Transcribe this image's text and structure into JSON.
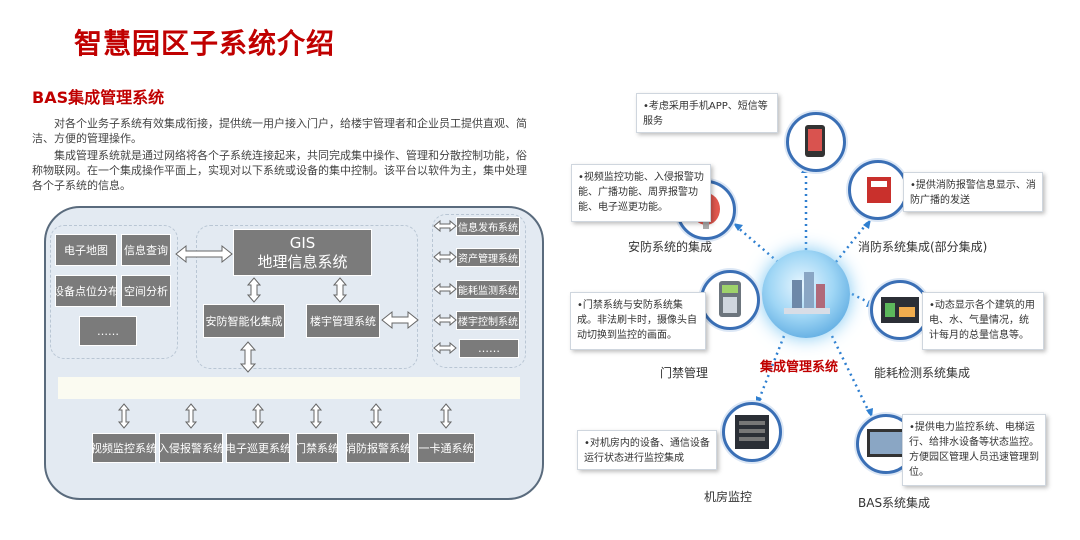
{
  "title": "智慧园区子系统介绍",
  "subtitle": "BAS集成管理系统",
  "paragraph1": "对各个业务子系统有效集成衔接，提供统一用户接入门户，给楼宇管理者和企业员工提供直观、简洁、方便的管理操作。",
  "paragraph2": "集成管理系统就是通过网络将各个子系统连接起来，共同完成集中操作、管理和分散控制功能，俗称物联网。在一个集成操作平面上，实现对以下系统或设备的集中控制。该平台以软件为主，集中处理各个子系统的信息。",
  "left_diagram": {
    "gis_modules": [
      "电子地图",
      "信息查询",
      "设备点位分布",
      "空间分析",
      "……"
    ],
    "gis_title": "GIS",
    "gis_subtitle": "地理信息系统",
    "security_integration": "安防智能化集成",
    "building_management": "楼宇管理系统",
    "right_systems": [
      "信息发布系统",
      "资产管理系统",
      "能耗监测系统",
      "楼宇控制系统",
      "……"
    ],
    "bottom_systems": [
      "视频监控系统",
      "入侵报警系统",
      "电子巡更系统",
      "门禁系统",
      "消防报警系统",
      "一卡通系统"
    ]
  },
  "right_diagram": {
    "center_label": "集成管理系统",
    "nodes": {
      "mobile": {
        "callout": "•考虑采用手机APP、短信等服务"
      },
      "security": {
        "label": "安防系统的集成",
        "callout": "•视频监控功能、入侵报警功能、广播功能、周界报警功能、电子巡更功能。"
      },
      "fire": {
        "label": "消防系统集成(部分集成)",
        "callout": "•提供消防报警信息显示、消防广播的发送"
      },
      "access": {
        "label": "门禁管理",
        "callout": "•门禁系统与安防系统集成。非法刷卡时，摄像头自动切换到监控的画面。"
      },
      "energy": {
        "label": "能耗检测系统集成",
        "callout": "•动态显示各个建筑的用电、水、气量情况，统计每月的总量信息等。"
      },
      "machine_room": {
        "label": "机房监控",
        "callout": "•对机房内的设备、通信设备运行状态进行监控集成"
      },
      "bas": {
        "label": "BAS系统集成",
        "callout": "•提供电力监控系统、电梯运行、给排水设备等状态监控。方便园区管理人员迅速管理到位。"
      }
    }
  }
}
